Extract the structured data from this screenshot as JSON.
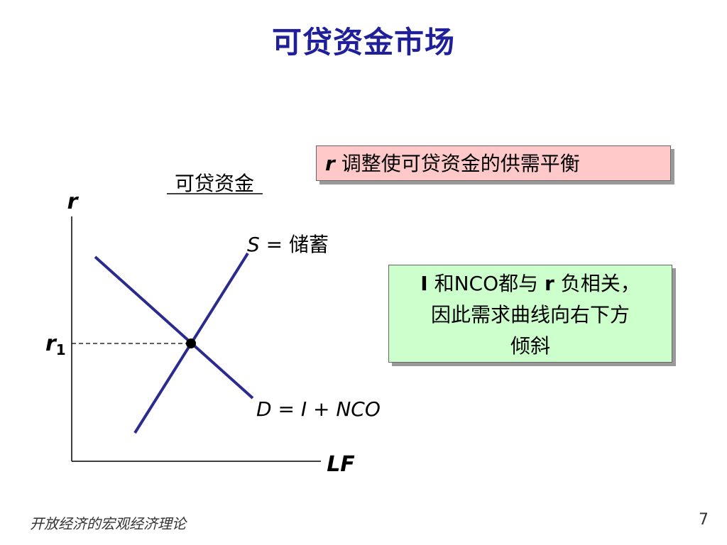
{
  "title": "可贷资金市场",
  "chart": {
    "heading": "可贷资金",
    "y_axis_label": "r",
    "x_axis_label": "LF",
    "equilibrium_label": "r",
    "equilibrium_subscript": "1",
    "supply_symbol": "S",
    "supply_eq": " = ",
    "supply_name": "储蓄",
    "demand_label": "D = I + NCO"
  },
  "callouts": {
    "r_adjust": {
      "symbol": "r",
      "text": " 调整使可贷资金的供需平衡"
    },
    "demand_note": {
      "symbol_i": "I",
      "text_a": " 和NCO都与 ",
      "symbol_r": "r",
      "text_b": " 负相关，",
      "line2": "因此需求曲线向右下方",
      "line3": "倾斜"
    }
  },
  "footer": {
    "text": "开放经济的宏观经济理论",
    "page": "7"
  },
  "colors": {
    "title": "#1f1f99",
    "curves": "#2b2b8f",
    "callout_pink": "#ffc9c9",
    "callout_green": "#ccffcc"
  }
}
